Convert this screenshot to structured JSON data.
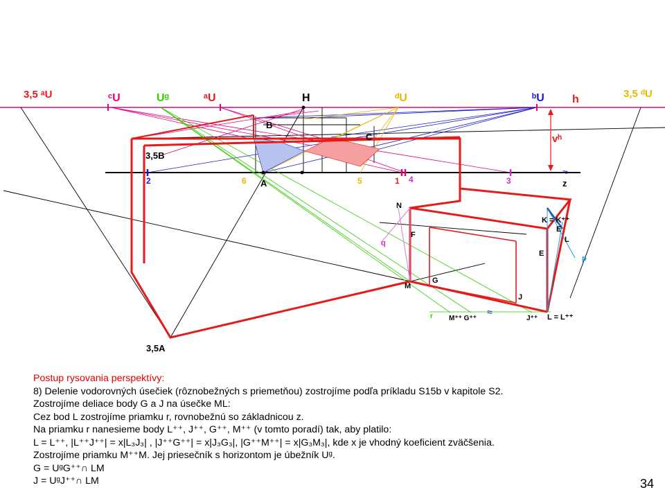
{
  "colors": {
    "horizon": "#e5007e",
    "red": "#e51a1a",
    "yellow_label": "#e6b800",
    "green_label": "#33cc00",
    "blue_label": "#1a1acc",
    "cyan": "#1a9fdb",
    "heading": "#e00000"
  },
  "labels": {
    "left_35aU": "3,5 ᵃU",
    "cU": "ᶜU",
    "Ug": "Uᵍ",
    "aU": "ᵃU",
    "H": "H",
    "dU": "ᵈU",
    "bU": "ᵇU",
    "h": "h",
    "right_35dU": "3,5 ᵈU",
    "B": "B",
    "C": "C",
    "B35": "3,5B",
    "vh": "vʰ",
    "n2": "2",
    "n6": "6",
    "A": "A",
    "n5": "5",
    "n1": "1",
    "n4": "4",
    "n3": "3",
    "z": "z",
    "N": "N",
    "F": "F",
    "q": "q",
    "KK": "K = K⁺⁺",
    "E_top": "E",
    "L_top": "L",
    "E_mid": "E",
    "p": "p",
    "M": "M",
    "G": "G",
    "J": "J",
    "r": "r",
    "MG": "M⁺⁺ G⁺⁺",
    "Jpp": "J⁺⁺",
    "LL": "L = L⁺⁺",
    "A35": "3,5A"
  },
  "text": {
    "heading": "Postup rysovania perspektívy:",
    "line1": "8) Delenie vodorovných úsečiek (rôznobežných s priemetňou) zostrojíme podľa príkladu S15b v kapitole S2.",
    "line2": "Zostrojíme deliace body G a J na úsečke ML:",
    "line3": "Cez bod L zostrojíme priamku r, rovnobežnú so základnicou z.",
    "line4": "Na priamku r nanesieme body L⁺⁺, J⁺⁺, G⁺⁺, M⁺⁺ (v tomto poradí) tak, aby platilo:",
    "line5": "L = L⁺⁺, |L⁺⁺J⁺⁺| = x|L₃J₃| , |J⁺⁺G⁺⁺| = x|J₃G₃|, |G⁺⁺M⁺⁺| = x|G₃M₃|, kde x je vhodný koeficient zväčšenia.",
    "line6": "Zostrojíme priamku M⁺⁺M. Jej priesečník s horizontom je úbežník Uᵍ.",
    "line7": "G = UᵍG⁺⁺∩ LM",
    "line8": "J = UᵍJ⁺⁺∩ LM"
  },
  "page_number": "34"
}
